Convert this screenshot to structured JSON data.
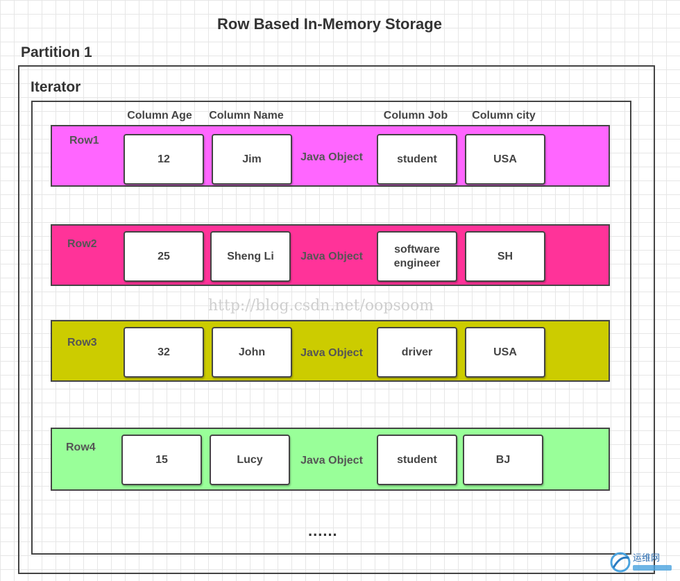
{
  "title": "Row Based In-Memory Storage",
  "partition_label": "Partition 1",
  "iterator_label": "Iterator",
  "column_headers": [
    "Column Age",
    "Column Name",
    "Column Job",
    "Column city"
  ],
  "rows": [
    {
      "label": "Row1",
      "color": "#ff66ff",
      "age": "12",
      "name": "Jim",
      "object": "Java Object",
      "job": "student",
      "city": "USA"
    },
    {
      "label": "Row2",
      "color": "#ff3399",
      "age": "25",
      "name": "Sheng Li",
      "object": "Java Object",
      "job": "software engineer",
      "city": "SH"
    },
    {
      "label": "Row3",
      "color": "#cccc00",
      "age": "32",
      "name": "John",
      "object": "Java Object",
      "job": "driver",
      "city": "USA"
    },
    {
      "label": "Row4",
      "color": "#99ff99",
      "age": "15",
      "name": "Lucy",
      "object": "Java Object",
      "job": "student",
      "city": "BJ"
    }
  ],
  "ellipsis": "......",
  "watermark": "http://blog.csdn.net/oopsoom",
  "logo_text": "运维网"
}
